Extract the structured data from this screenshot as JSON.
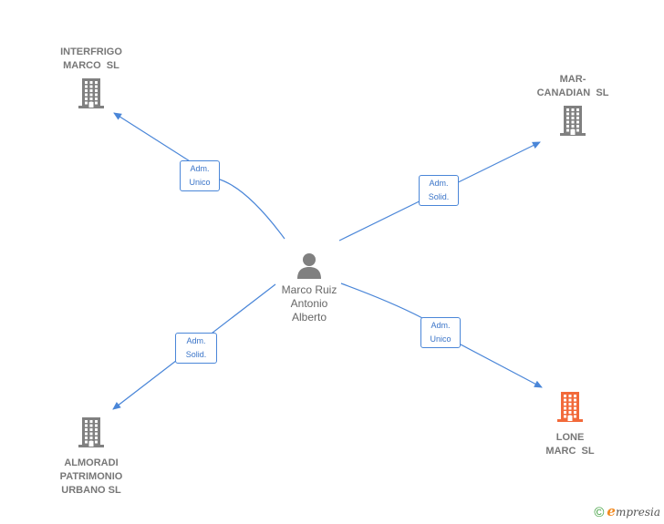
{
  "colors": {
    "edge": "#4a86d8",
    "company_icon": "#808080",
    "highlight_icon": "#f26a3a",
    "person_icon": "#808080"
  },
  "center": {
    "name_lines": [
      "Marco Ruiz",
      "Antonio",
      "Alberto"
    ],
    "icon": "person-icon"
  },
  "companies": [
    {
      "id": "interfrigo",
      "name_lines": [
        "INTERFRIGO",
        "MARCO  SL"
      ],
      "icon": "building-icon",
      "highlight": false
    },
    {
      "id": "mar-canadian",
      "name_lines": [
        "MAR-",
        "CANADIAN  SL"
      ],
      "icon": "building-icon",
      "highlight": false
    },
    {
      "id": "almoradi",
      "name_lines": [
        "ALMORADI",
        "PATRIMONIO",
        "URBANO SL"
      ],
      "icon": "building-icon",
      "highlight": false
    },
    {
      "id": "lone-marc",
      "name_lines": [
        "LONE",
        "MARC  SL"
      ],
      "icon": "building-icon",
      "highlight": true
    }
  ],
  "edges": [
    {
      "to": "interfrigo",
      "label_lines": [
        "Adm.",
        "Unico"
      ]
    },
    {
      "to": "mar-canadian",
      "label_lines": [
        "Adm.",
        "Solid."
      ]
    },
    {
      "to": "almoradi",
      "label_lines": [
        "Adm.",
        "Solid."
      ]
    },
    {
      "to": "lone-marc",
      "label_lines": [
        "Adm.",
        "Unico"
      ]
    }
  ],
  "footer": {
    "copyright_symbol": "©",
    "brand_initial": "e",
    "brand_rest": "mpresia"
  }
}
